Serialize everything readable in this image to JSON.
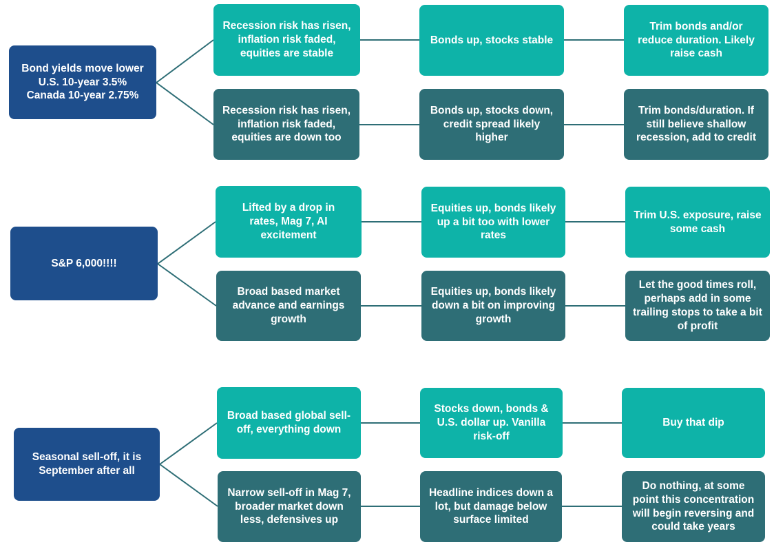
{
  "colors": {
    "root": "#1e4e8c",
    "teal_light": "#0eb3a8",
    "teal_dark": "#2e6e76",
    "connector": "#2e6e76"
  },
  "groups": [
    {
      "root": "Bond yields move lower\nU.S. 10-year 3.5%\nCanada 10-year 2.75%",
      "branches": [
        {
          "scenario": "Recession risk has risen,\ninflation risk faded,\nequities are stable",
          "market": "Bonds up, stocks stable",
          "action": "Trim bonds and/or\nreduce duration. Likely\nraise cash"
        },
        {
          "scenario": "Recession risk has risen,\ninflation risk faded,\nequities are down too",
          "market": "Bonds up, stocks down,\ncredit spread likely\nhigher",
          "action": "Trim bonds/duration. If\nstill believe shallow\nrecession, add to credit"
        }
      ]
    },
    {
      "root": "S&P 6,000!!!!",
      "branches": [
        {
          "scenario": "Lifted by a drop in\nrates, Mag 7, AI\nexcitement",
          "market": "Equities up, bonds likely\nup a bit too with lower\nrates",
          "action": "Trim U.S. exposure, raise\nsome cash"
        },
        {
          "scenario": "Broad based market\nadvance and earnings\ngrowth",
          "market": "Equities up, bonds likely\ndown a bit on improving\ngrowth",
          "action": "Let the good times roll,\nperhaps add in some\ntrailing stops to take a bit\nof profit"
        }
      ]
    },
    {
      "root": "Seasonal sell-off, it is\nSeptember after all",
      "branches": [
        {
          "scenario": "Broad based global sell-\noff, everything down",
          "market": "Stocks down, bonds &\nU.S. dollar up. Vanilla\nrisk-off",
          "action": "Buy that dip"
        },
        {
          "scenario": "Narrow sell-off in Mag 7,\nbroader market down\nless, defensives up",
          "market": "Headline indices down a\nlot, but damage below\nsurface limited",
          "action": "Do nothing, at some\npoint this concentration\nwill begin reversing and\ncould take years"
        }
      ]
    }
  ]
}
